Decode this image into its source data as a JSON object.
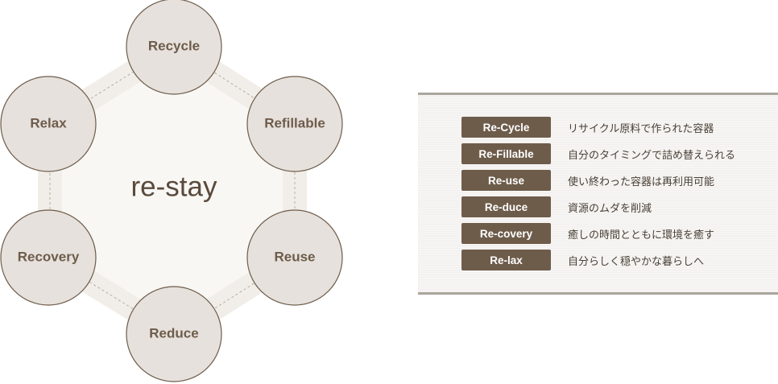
{
  "center": {
    "label": "re-stay"
  },
  "nodes": [
    {
      "label": "Recycle"
    },
    {
      "label": "Refillable"
    },
    {
      "label": "Reuse"
    },
    {
      "label": "Reduce"
    },
    {
      "label": "Recovery"
    },
    {
      "label": "Relax"
    }
  ],
  "legend": [
    {
      "tag": "Re-Cycle",
      "desc": "リサイクル原料で作られた容器"
    },
    {
      "tag": "Re-Fillable",
      "desc": "自分のタイミングで詰め替えられる"
    },
    {
      "tag": "Re-use",
      "desc": "使い終わった容器は再利用可能"
    },
    {
      "tag": "Re-duce",
      "desc": "資源のムダを削減"
    },
    {
      "tag": "Re-covery",
      "desc": "癒しの時間とともに環境を癒す"
    },
    {
      "tag": "Re-lax",
      "desc": "自分らしく穏やかな暮らしへ"
    }
  ],
  "colors": {
    "node_fill": "#e6e1dc",
    "node_stroke": "#6e5c4b",
    "hexagon_band": "#f2efea",
    "tag_bg": "#6e5c4b",
    "text_brown": "#6e5c4b"
  }
}
